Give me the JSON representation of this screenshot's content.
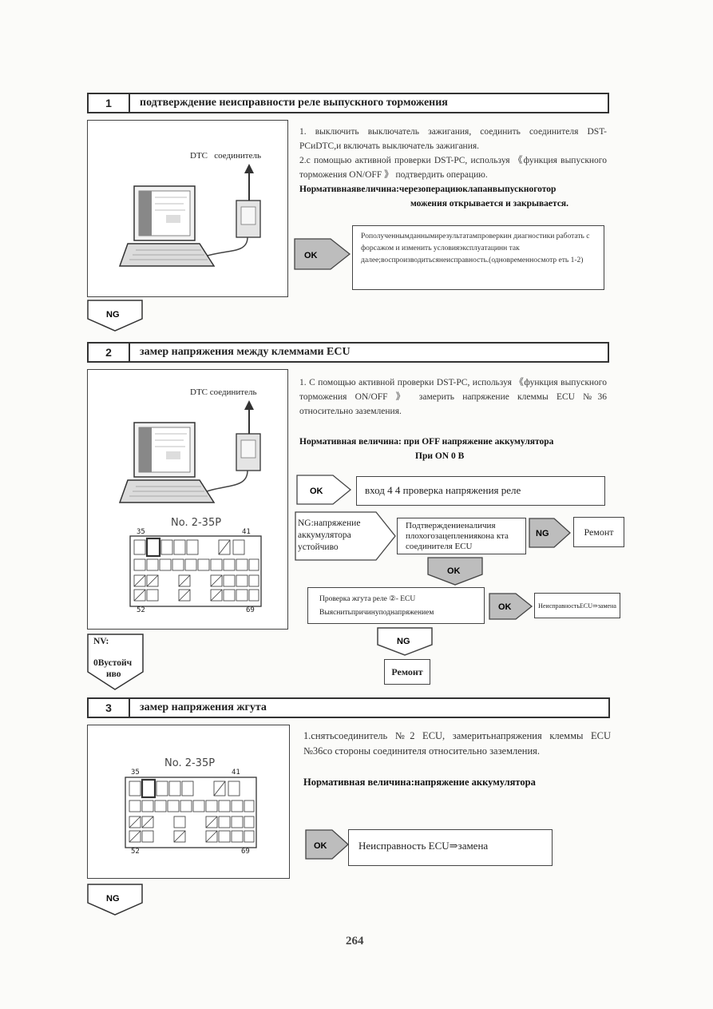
{
  "page_number": "264",
  "badges": {
    "ok": "OK",
    "ng": "NG"
  },
  "section1": {
    "number": "1",
    "title": "подтверждение неисправности реле выпускного торможения",
    "dtc_label": "DTC   соединитель",
    "steps": [
      "1. выключить выключатель зажигания, соединить соединителя DST-PCиDTC,и включать выключатель зажигания.",
      "2.с помощью активной проверки DST-PC, используя 《функция выпускного торможения ON/OFF 》 подтвердить операцию."
    ],
    "norm_line1": "Нормативнаявеличина:черезоперациюклапанвыпускноготор",
    "norm_line2": "можения открывается и закрывается.",
    "ok_text": "Pополученнымданнымирезультатампроверкин диагностики работать с форсажом и изменить условияэксплуатацинн так далее;воспроизводитьсянеисправность.(одновременносмотр еть 1-2)"
  },
  "section2": {
    "number": "2",
    "title": "замер напряжения между клеммами ECU",
    "dtc_label": "DTC соединитель",
    "step": "1. С помощью активной проверки DST-PC, используя 《функция выпускного торможения ON/OFF 》 замерить напряжение клеммы ECU №36 относительно заземления.",
    "norm_line1": "Нормативная величина: при OFF напряжение аккумулятора",
    "norm_line2": "При ON 0 В",
    "ok_input_text": "вход 4 4 проверка напряжения реле",
    "ng_voltage_text": "NG:напряжение аккумулятора устойчиво",
    "confirm_text": "Подтверждениеналичия плохогозацеплениякона кта соединителя ECU",
    "repair": "Ремонт",
    "harness_line1": "Проверка жгута реле ②- ECU",
    "harness_line2": "Выяснитьпричинуподнапряжением",
    "ecu_replace_small": "НеисправностьECU⇒замена",
    "repair_bold": "Ремонт",
    "nv_line1": "NV:",
    "nv_line2": "0Вустойч",
    "nv_line3": "иво"
  },
  "section3": {
    "number": "3",
    "title": "замер напряжения жгута",
    "step": "1.снятьсоединитель №2 ECU, замеритьнапряжения клеммы ECU №36со стороны соединителя относительно заземления.",
    "norm": "Нормативная величина:напряжение аккумулятора",
    "ok_result": "Неисправность ECU⇒замена"
  },
  "connector": {
    "title": "No. 2-35P",
    "pin_tl": "35",
    "pin_tr": "41",
    "pin_bl": "52",
    "pin_br": "69"
  }
}
